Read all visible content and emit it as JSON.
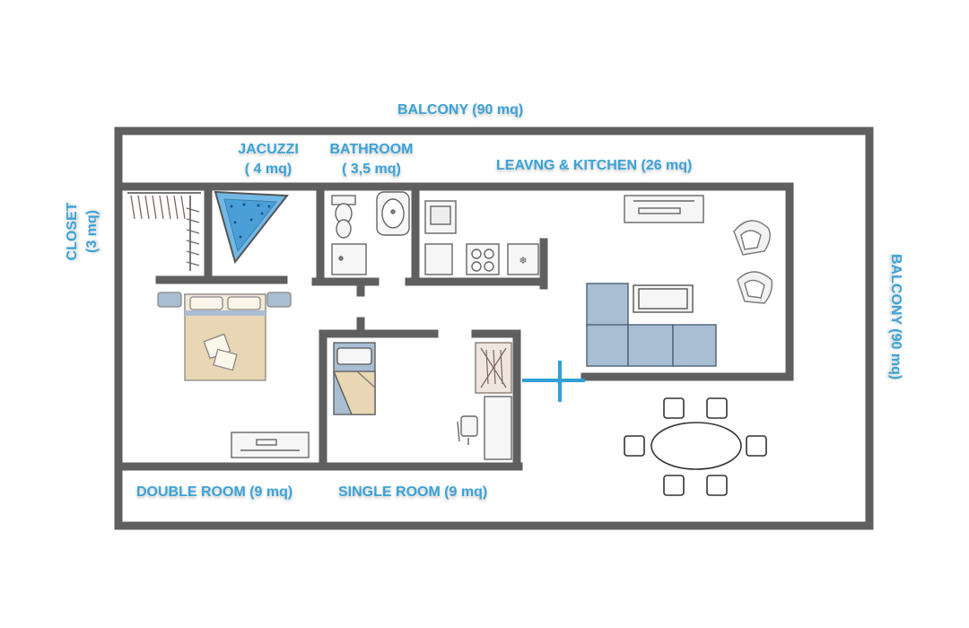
{
  "labels": {
    "balcony_top": "BALCONY (90 mq)",
    "balcony_right": "BALCONY (90 mq)",
    "jacuzzi_name": "JACUZZI",
    "jacuzzi_area": "( 4 mq)",
    "bathroom_name": "BATHROOM",
    "bathroom_area": "( 3,5 mq)",
    "living_kitchen": "LEAVNG & KITCHEN (26 mq)",
    "closet_name": "CLOSET",
    "closet_area": "(3 mq)",
    "double_room": "DOUBLE ROOM (9 mq)",
    "single_room": "SINGLE ROOM (9 mq)"
  },
  "colors": {
    "wall": "#5f5f5f",
    "label": "#3aa3d8",
    "sofa": "#a9bed3",
    "bed": "#e8d6b4",
    "jacuzzi": "#72b8e6",
    "entrance": "#2f9fd6"
  }
}
